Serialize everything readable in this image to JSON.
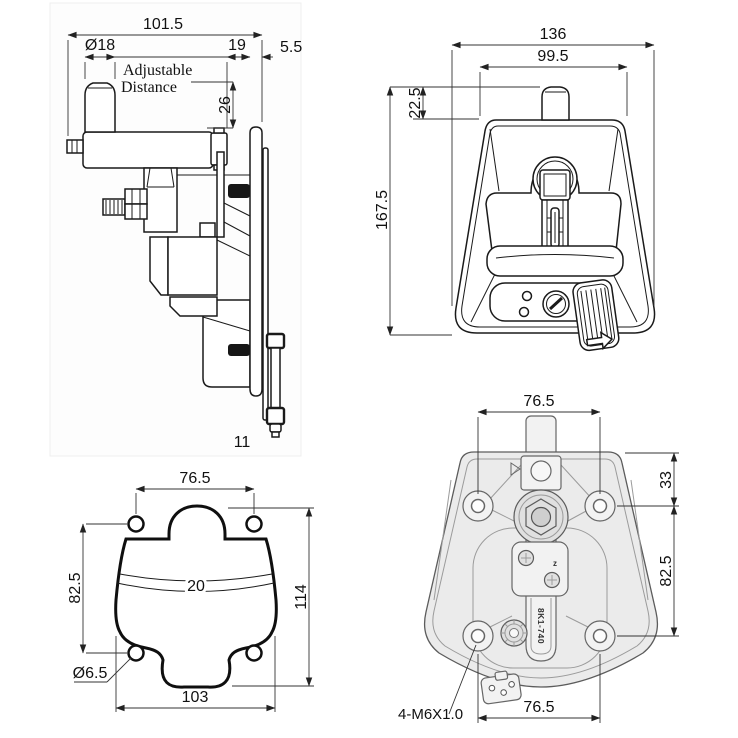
{
  "views": {
    "side": {
      "overall_width": "101.5",
      "pin_diameter": "Ø18",
      "arm_to_panel": "19",
      "panel_thickness": "5.5",
      "note_line1": "Adjustable",
      "note_line2": "Distance",
      "adjustable_range": "26",
      "bottom_dim": "11"
    },
    "front": {
      "overall_width": "136",
      "top_width": "99.5",
      "knob_height": "22.5",
      "overall_height": "167.5"
    },
    "cutout": {
      "hole_spacing_top": "76.5",
      "hole_spacing_side": "82.5",
      "band_width": "20",
      "height": "114",
      "hole_diameter": "Ø6.5",
      "width": "103"
    },
    "rear": {
      "hole_spacing_top": "76.5",
      "top_to_holes": "33",
      "hole_spacing_side": "82.5",
      "hole_spacing_bottom": "76.5",
      "thread_callout": "4-M6X1.0",
      "part_marking": "8K1-740",
      "detail_mark": "z"
    }
  },
  "colors": {
    "line": "#1a1a1a",
    "dimension": "#333333",
    "rear_fill": "#ebebeb",
    "rear_line": "#5c5c5c"
  }
}
